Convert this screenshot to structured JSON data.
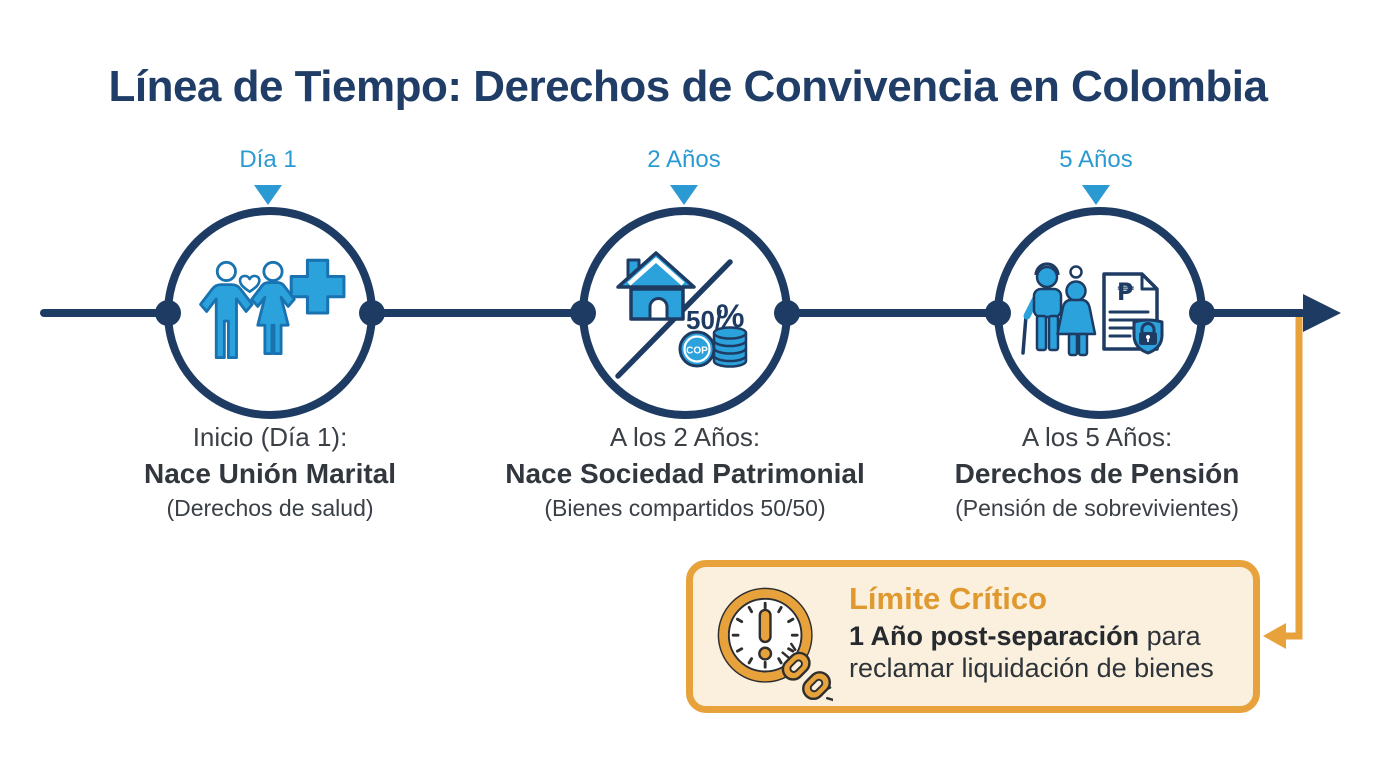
{
  "title": "Línea de Tiempo: Derechos de Convivencia en Colombia",
  "colors": {
    "navy": "#1e3c63",
    "title_navy": "#1f3d66",
    "icon_blue": "#2ca2dd",
    "icon_blue_outline": "#1a73b1",
    "label_blue": "#2b9ad3",
    "body_text": "#3b4047",
    "orange": "#e8a23c",
    "box_cream": "#faf0dd",
    "clock_dark": "#2e2e2e"
  },
  "milestones": [
    {
      "time_label": "Día 1",
      "icon": "couple-health-icon",
      "caption_line1": "Inicio (Día 1):",
      "caption_line2": "Nace Unión Marital",
      "caption_line3": "(Derechos de salud)"
    },
    {
      "time_label": "2 Años",
      "icon": "house-assets-split-icon",
      "icon_texts": {
        "percent_label": "50/",
        "percent_sign": "%",
        "coin_label": "COP"
      },
      "caption_line1": "A los 2 Años:",
      "caption_line2": "Nace Sociedad Patrimonial",
      "caption_line3": "(Bienes compartidos 50/50)"
    },
    {
      "time_label": "5 Años",
      "icon": "pension-couple-document-icon",
      "icon_texts": {
        "peso_sign": "₱"
      },
      "caption_line1": "A los 5 Años:",
      "caption_line2": "Derechos de Pensión",
      "caption_line3": "(Pensión de sobrevivientes)"
    }
  ],
  "critical_box": {
    "title": "Límite Crítico",
    "line1_bold": "1 Año post-separación",
    "line1_rest": " para",
    "line2": "reclamar liquidación de bienes",
    "icon": "deadline-clock-broken-chain-icon"
  }
}
